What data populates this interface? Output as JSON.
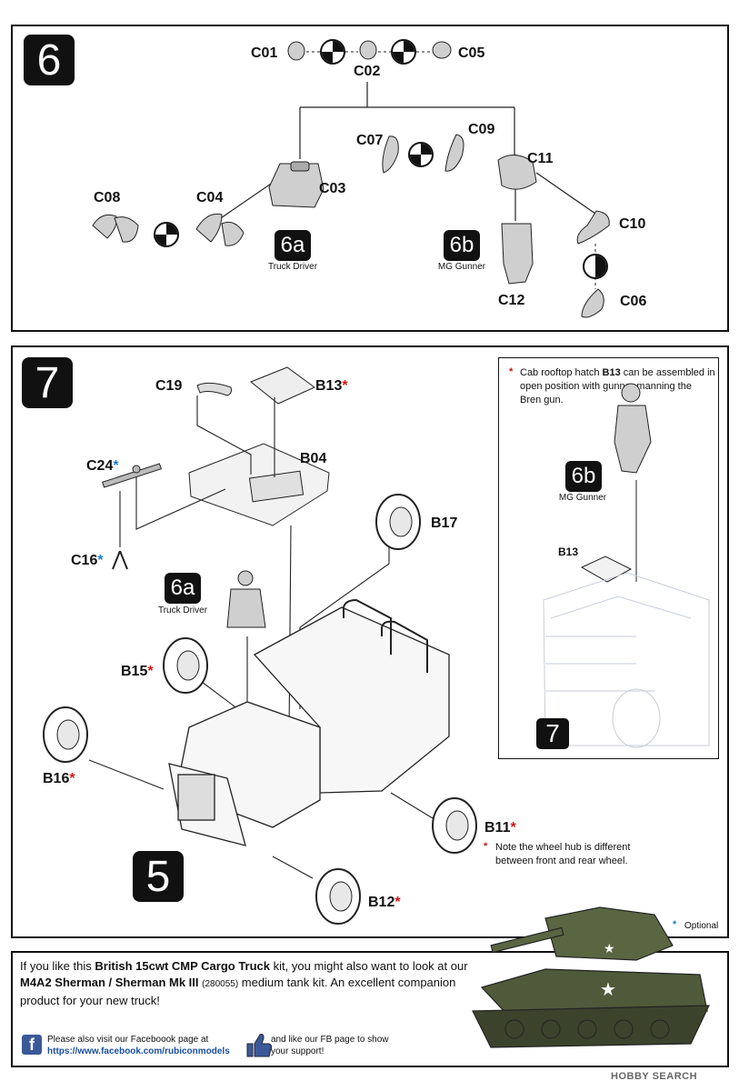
{
  "step6": {
    "number": "6",
    "parts": {
      "c01": "C01",
      "c02": "C02",
      "c05": "C05",
      "c07": "C07",
      "c09": "C09",
      "c11": "C11",
      "c08": "C08",
      "c04": "C04",
      "c03": "C03",
      "c10": "C10",
      "c12": "C12",
      "c06": "C06"
    },
    "sub_a": {
      "badge": "6a",
      "caption": "Truck Driver"
    },
    "sub_b": {
      "badge": "6b",
      "caption": "MG Gunner"
    }
  },
  "step7": {
    "number": "7",
    "parts": {
      "c19": "C19",
      "b13": "B13",
      "b04": "B04",
      "c24": "C24",
      "c16": "C16",
      "b17": "B17",
      "b15": "B15",
      "b16": "B16",
      "b11": "B11",
      "b12": "B12"
    },
    "star_red": "*",
    "star_blue": "*",
    "sub_a": {
      "badge": "6a",
      "caption": "Truck Driver"
    },
    "ref_step": "5",
    "wheel_note": "Note the wheel hub is different between front and rear wheel.",
    "inset": {
      "note_pre": "Cab rooftop hatch ",
      "note_part": "B13",
      "note_post": " can be assembled in open position with gunner manning the Bren gun.",
      "badge": "6b",
      "caption": "MG Gunner",
      "part": "B13",
      "step": "7"
    },
    "optional_label": "Optional"
  },
  "promo": {
    "line1_pre": "If you like this ",
    "line1_kit": "British 15cwt CMP Cargo Truck",
    "line1_post": " kit, you might also want to look at our",
    "line2_kit": "M4A2 Sherman / Sherman Mk III",
    "line2_code": "(280055)",
    "line2_post": " medium tank kit.  An excellent companion",
    "line3": "product for your new truck!",
    "facebook_text": "Please also visit our Faceboook page at",
    "facebook_url": "https://www.facebook.com/rubiconmodels",
    "like_line1": "and like our FB page to show",
    "like_line2": "your support!"
  },
  "watermark": "HOBBY SEARCH",
  "colors": {
    "star_red": "#d41414",
    "star_blue": "#1b7fd1",
    "facebook": "#3b5998",
    "ink": "#111111"
  }
}
